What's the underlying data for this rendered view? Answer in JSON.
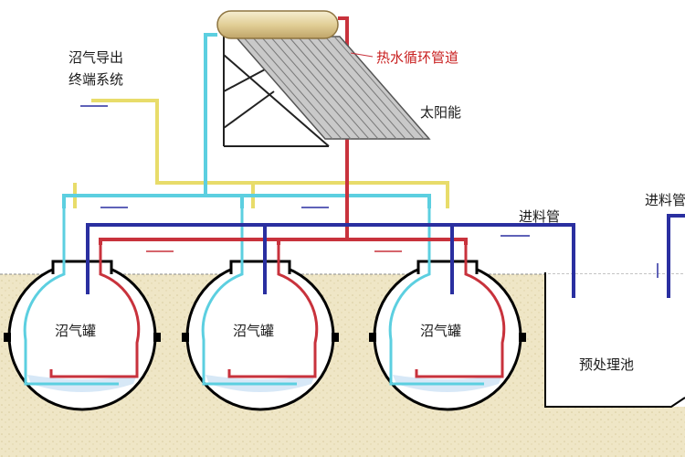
{
  "labels": {
    "gas_export": [
      "沼气导出",
      "终端系统"
    ],
    "hot_water_loop": "热水循环管道",
    "solar": "太阳能",
    "feed_pipe_1": "进料管",
    "feed_pipe_2": "进料管",
    "pretreatment_pool": "预处理池",
    "tank_1": "沼气罐",
    "tank_2": "沼气罐",
    "tank_3": "沼气罐"
  },
  "colors": {
    "hot_pipe": "#c8323c",
    "cold_pipe": "#5ccfe0",
    "gas_pipe": "#e8dc6a",
    "feed_pipe": "#2a2fa0",
    "ground": "#efe6c6",
    "tank_outline": "#000000"
  }
}
